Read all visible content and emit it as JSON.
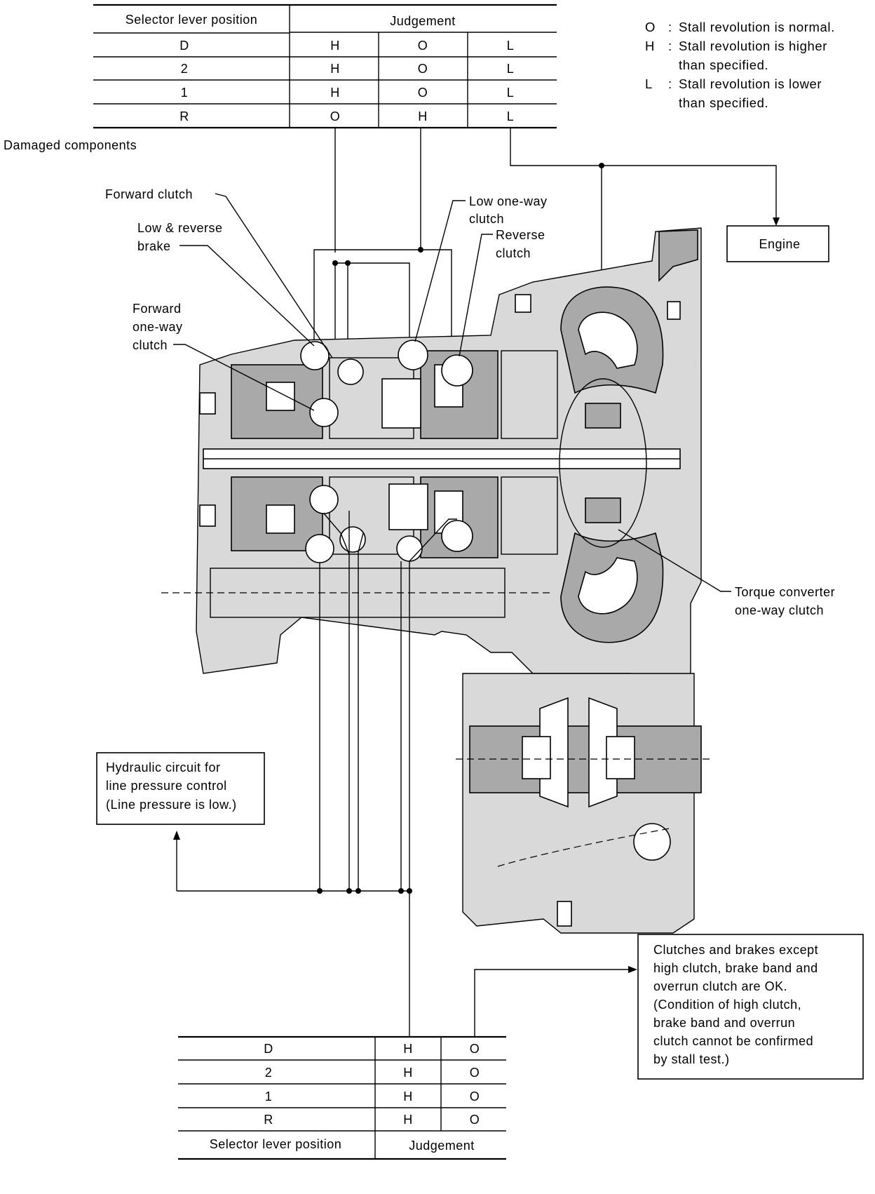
{
  "top_table": {
    "header": {
      "position": "Selector lever position",
      "judgement": "Judgement"
    },
    "rows": [
      {
        "position": "D",
        "j1": "H",
        "j2": "O",
        "j3": "L"
      },
      {
        "position": "2",
        "j1": "H",
        "j2": "O",
        "j3": "L"
      },
      {
        "position": "1",
        "j1": "H",
        "j2": "O",
        "j3": "L"
      },
      {
        "position": "R",
        "j1": "O",
        "j2": "H",
        "j3": "L"
      }
    ]
  },
  "legend": [
    {
      "key": "O",
      "sep": ":",
      "lines": [
        "Stall revolution is normal."
      ]
    },
    {
      "key": "H",
      "sep": ":",
      "lines": [
        "Stall revolution is higher",
        "than specified."
      ]
    },
    {
      "key": "L",
      "sep": ":",
      "lines": [
        "Stall revolution is lower",
        "than specified."
      ]
    }
  ],
  "damaged_components": "Damaged components",
  "components": {
    "forward_clutch": "Forward clutch",
    "low_reverse_brake": [
      "Low & reverse",
      "brake"
    ],
    "forward_one_way_clutch": [
      "Forward",
      "one-way",
      "clutch"
    ],
    "low_one_way_clutch": [
      "Low one-way",
      "clutch"
    ],
    "reverse_clutch": [
      "Reverse",
      "clutch"
    ],
    "torque_converter": [
      "Torque converter",
      "one-way clutch"
    ]
  },
  "engine_box": "Engine",
  "hydraulic_box": [
    "Hydraulic circuit for",
    "line pressure control",
    "(Line pressure is low.)"
  ],
  "clutches_box": [
    "Clutches and brakes except",
    "high clutch, brake band and",
    "overrun clutch are OK.",
    "(Condition of high clutch,",
    "brake band and overrun",
    "clutch cannot be confirmed",
    "by stall test.)"
  ],
  "bottom_table": {
    "rows": [
      {
        "position": "D",
        "j1": "H",
        "j2": "O"
      },
      {
        "position": "2",
        "j1": "H",
        "j2": "O"
      },
      {
        "position": "1",
        "j1": "H",
        "j2": "O"
      },
      {
        "position": "R",
        "j1": "H",
        "j2": "O"
      }
    ],
    "footer": {
      "position": "Selector lever position",
      "judgement": "Judgement"
    }
  }
}
